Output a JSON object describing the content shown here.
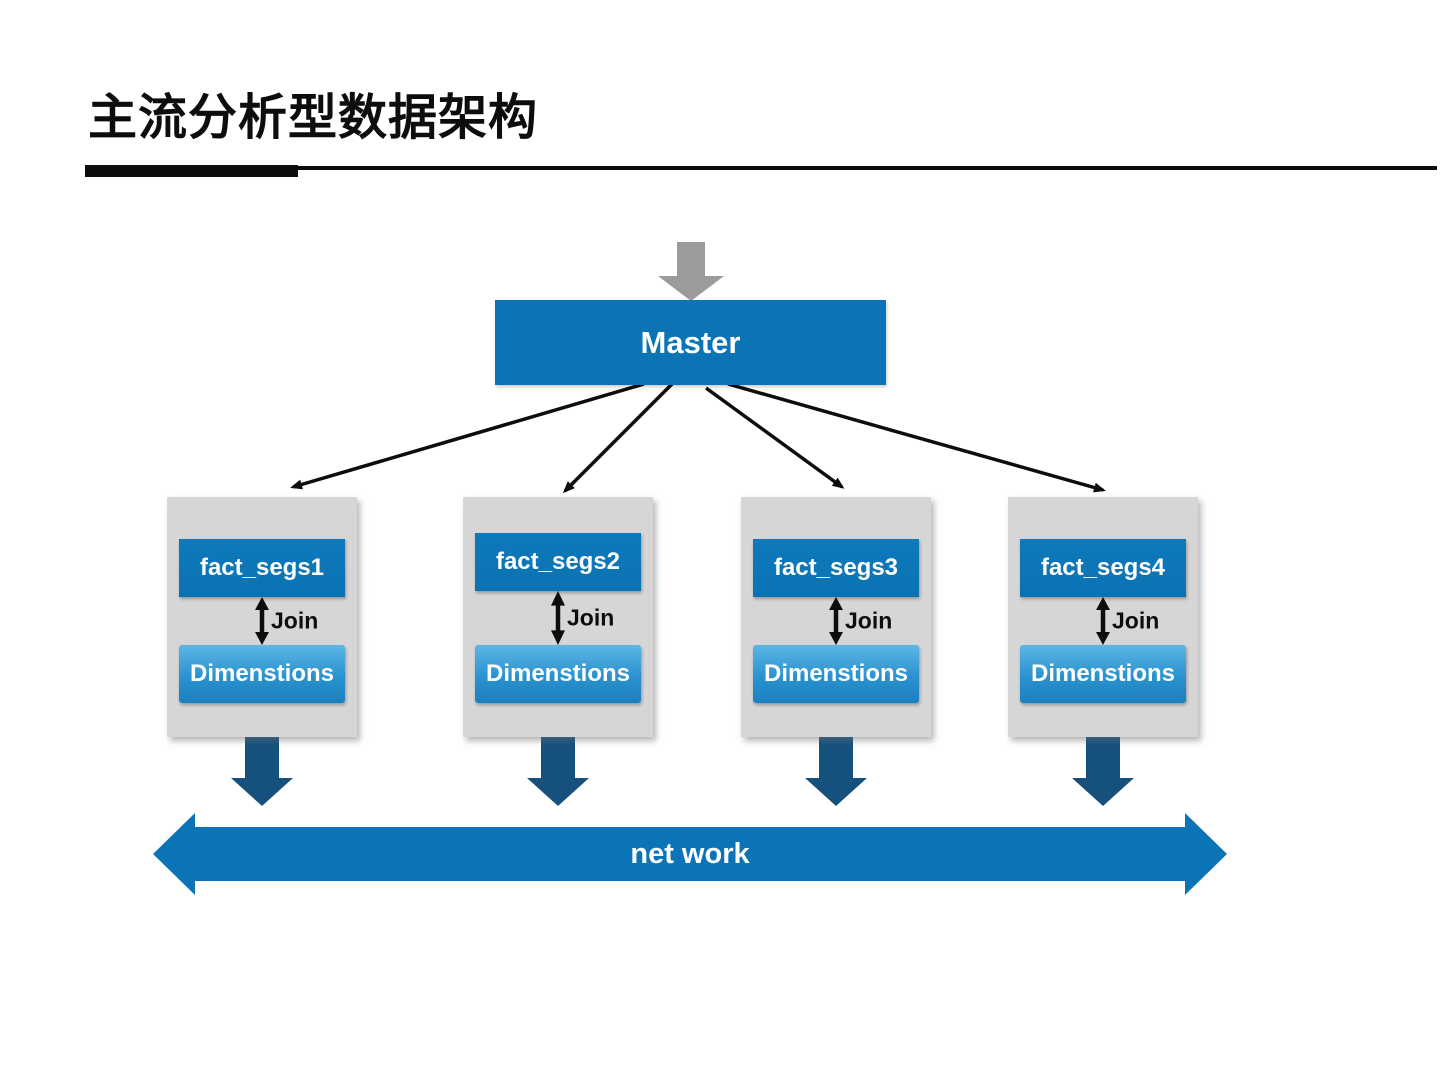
{
  "slide": {
    "title": "主流分析型数据架构"
  },
  "master": {
    "label": "Master"
  },
  "panels": [
    {
      "fact": "fact_segs1",
      "join": "Join",
      "dim": "Dimenstions"
    },
    {
      "fact": "fact_segs2",
      "join": "Join",
      "dim": "Dimenstions"
    },
    {
      "fact": "fact_segs3",
      "join": "Join",
      "dim": "Dimenstions"
    },
    {
      "fact": "fact_segs4",
      "join": "Join",
      "dim": "Dimenstions"
    }
  ],
  "network": {
    "label": "net work"
  },
  "colors": {
    "blue": "#0a74b6",
    "navy": "#16507d",
    "gray-arrow": "#9b9b9b",
    "panel-gray": "#d6d6d6",
    "line": "#0d0d0d"
  }
}
